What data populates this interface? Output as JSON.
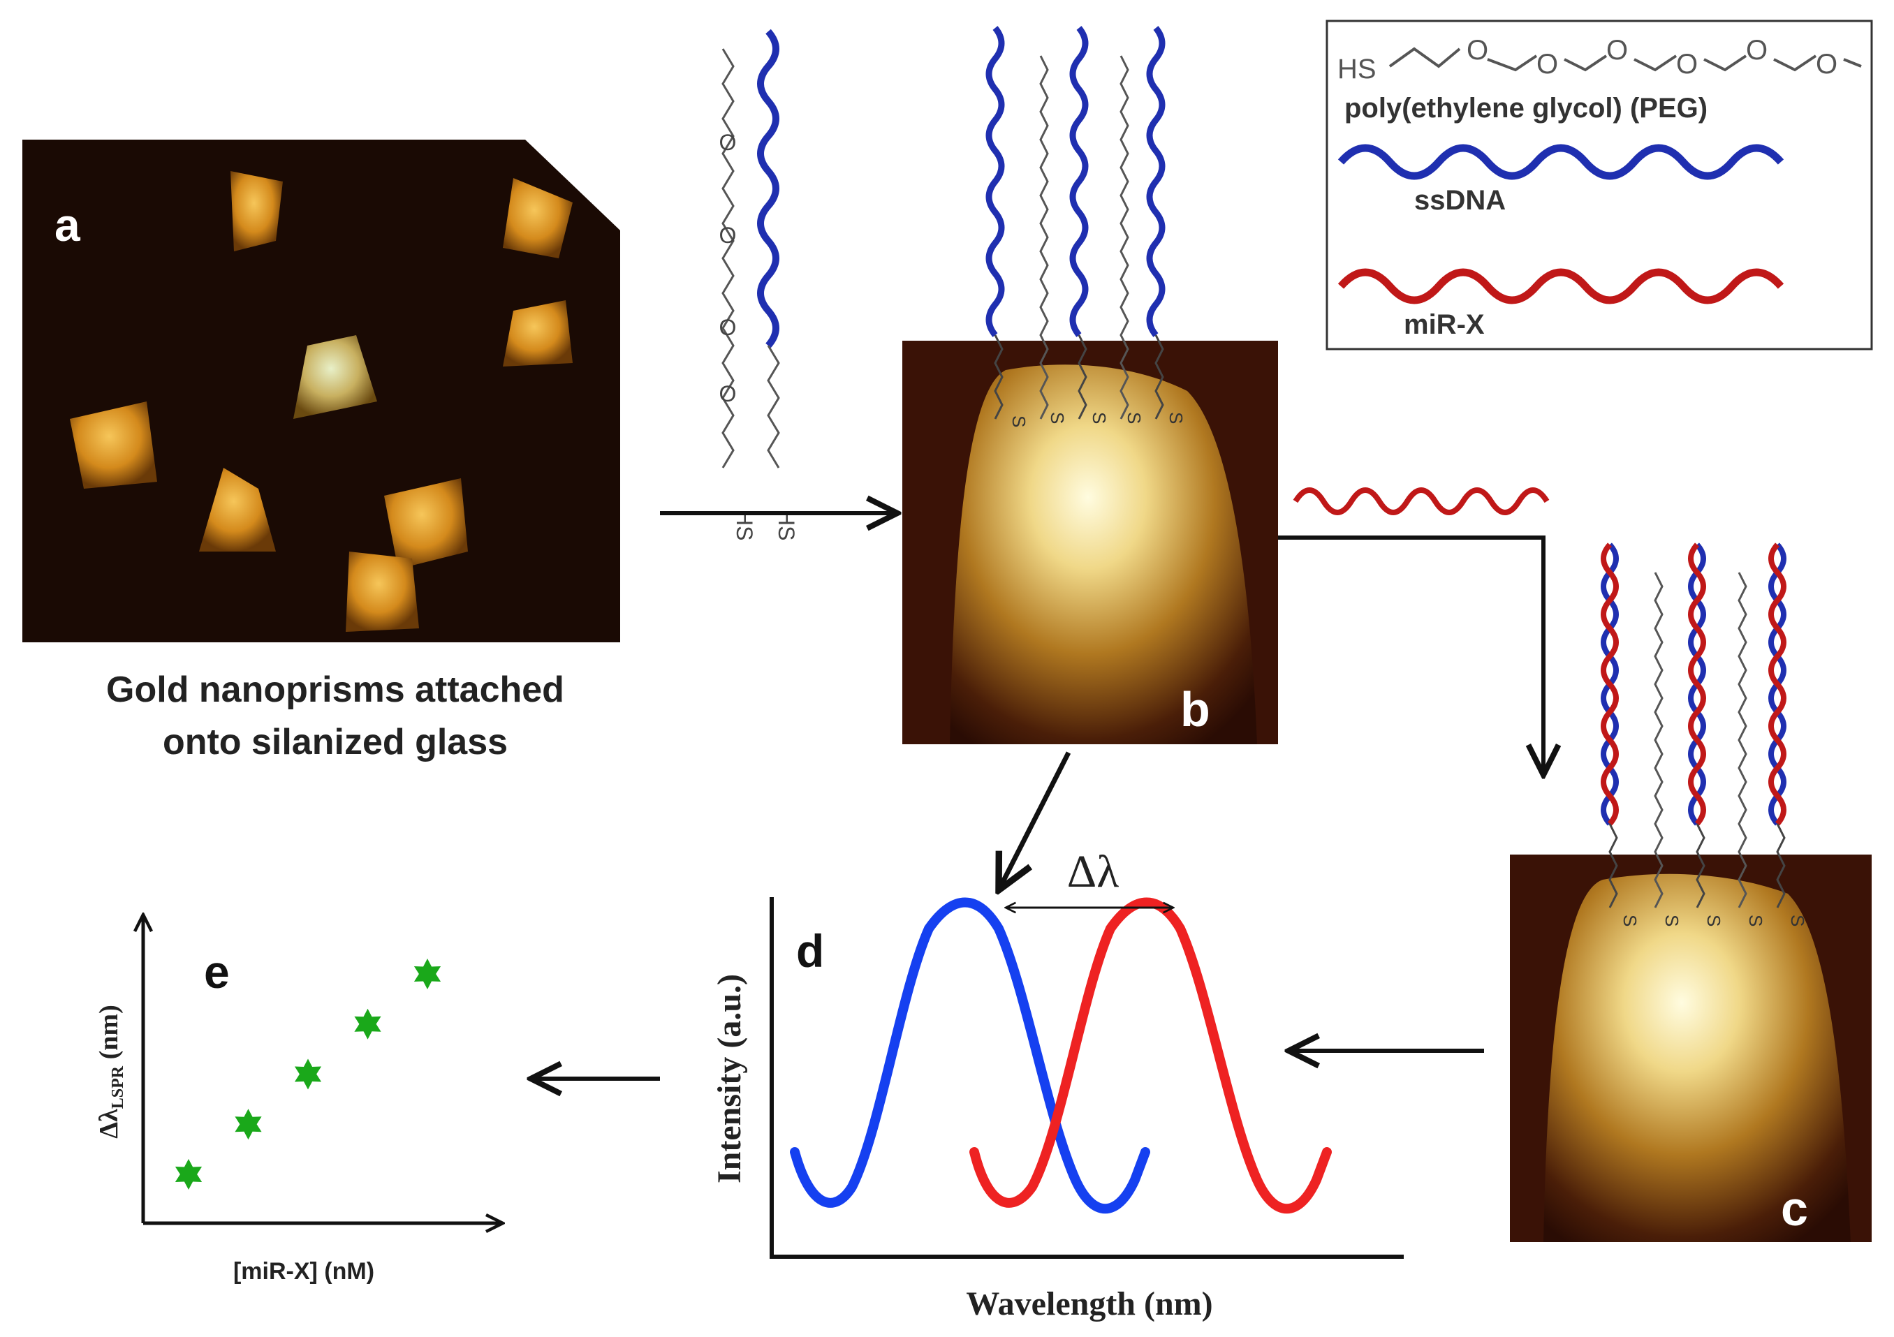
{
  "panels": {
    "a": {
      "letter": "a",
      "caption_line1": "Gold nanoprisms attached",
      "caption_line2": "onto silanized glass"
    },
    "b": {
      "letter": "b"
    },
    "c": {
      "letter": "c"
    },
    "d": {
      "letter": "d",
      "delta_label": "Δλ",
      "ylabel": "Intensity (a.u.)",
      "xlabel": "Wavelength (nm)"
    },
    "e": {
      "letter": "e",
      "ylabel": "Δλ",
      "ylabel_sub": "LSPR",
      "ylabel_unit": " (nm)",
      "xlabel": "[miR-X] (nM)"
    }
  },
  "legend": {
    "peg_hs": "HS",
    "peg_o": "O",
    "peg_label": "poly(ethylene glycol) (PEG)",
    "ssdna_label": "ssDNA",
    "mir_label": "miR-X"
  },
  "strand_labels": {
    "hs": "HS",
    "s": "S",
    "o": "O"
  },
  "colors": {
    "ssdna": "#1f2fb0",
    "mir": "#c01818",
    "spectrum_blue": "#1540f0",
    "spectrum_red": "#ee2222",
    "star": "#1aa81a"
  },
  "chart_data": {
    "type": "scatter",
    "series": [
      {
        "values": [
          [
            1,
            1
          ],
          [
            2,
            2
          ],
          [
            3,
            3
          ],
          [
            4,
            4
          ],
          [
            5,
            5
          ]
        ]
      }
    ],
    "xlabel": "[miR-X] (nM)",
    "ylabel": "ΔλLSPR (nm)"
  }
}
